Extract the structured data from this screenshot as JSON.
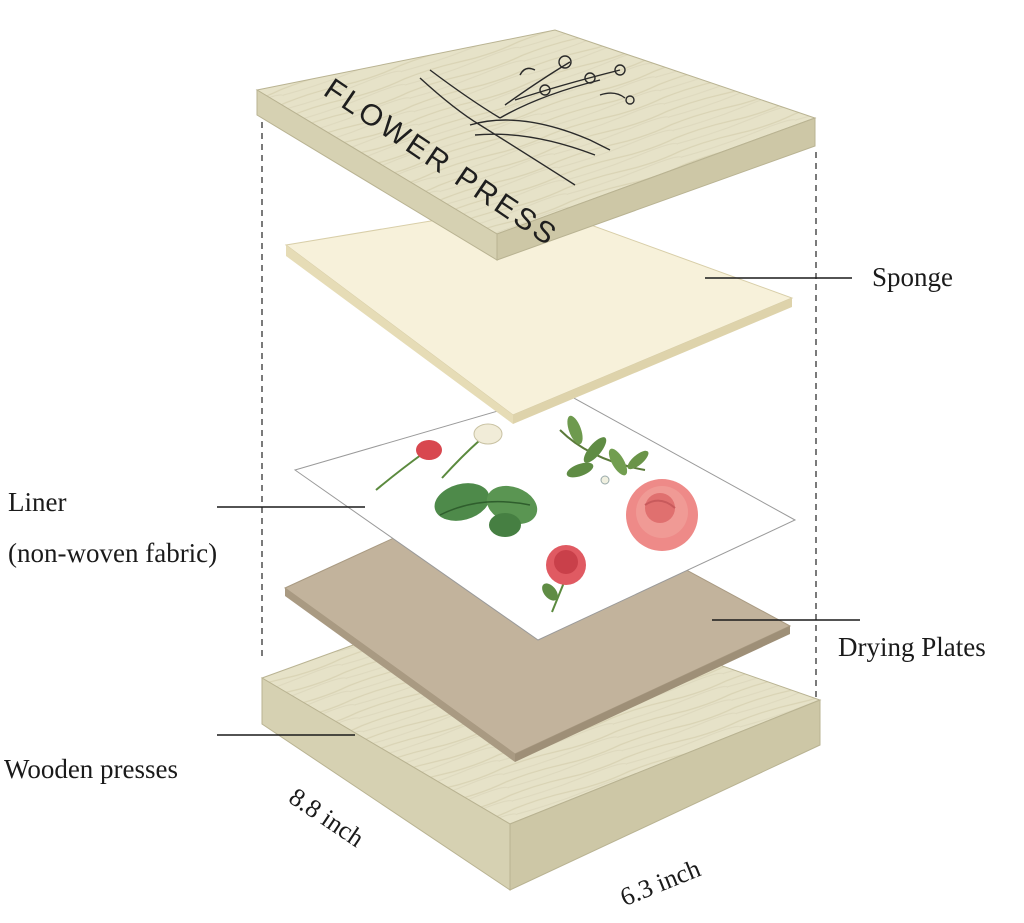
{
  "engraving": {
    "text": "FLOWER PRESS"
  },
  "labels": {
    "sponge": "Sponge",
    "liner": "Liner",
    "liner_sub": "(non-woven fabric)",
    "drying_plates": "Drying Plates",
    "wooden_presses": "Wooden presses"
  },
  "dimensions": {
    "length": "8.8 inch",
    "width": "6.3 inch"
  },
  "colors": {
    "wood": "#e6e2c8",
    "wood_edge": "#cfc9a6",
    "sponge": "#f7f1da",
    "sponge_edge": "#e6dcb6",
    "liner": "#ffffff",
    "drying_plate": "#c2b39c",
    "drying_plate_edge": "#a99a82",
    "rose": "#e05a62",
    "leaf": "#4e8a4a"
  }
}
